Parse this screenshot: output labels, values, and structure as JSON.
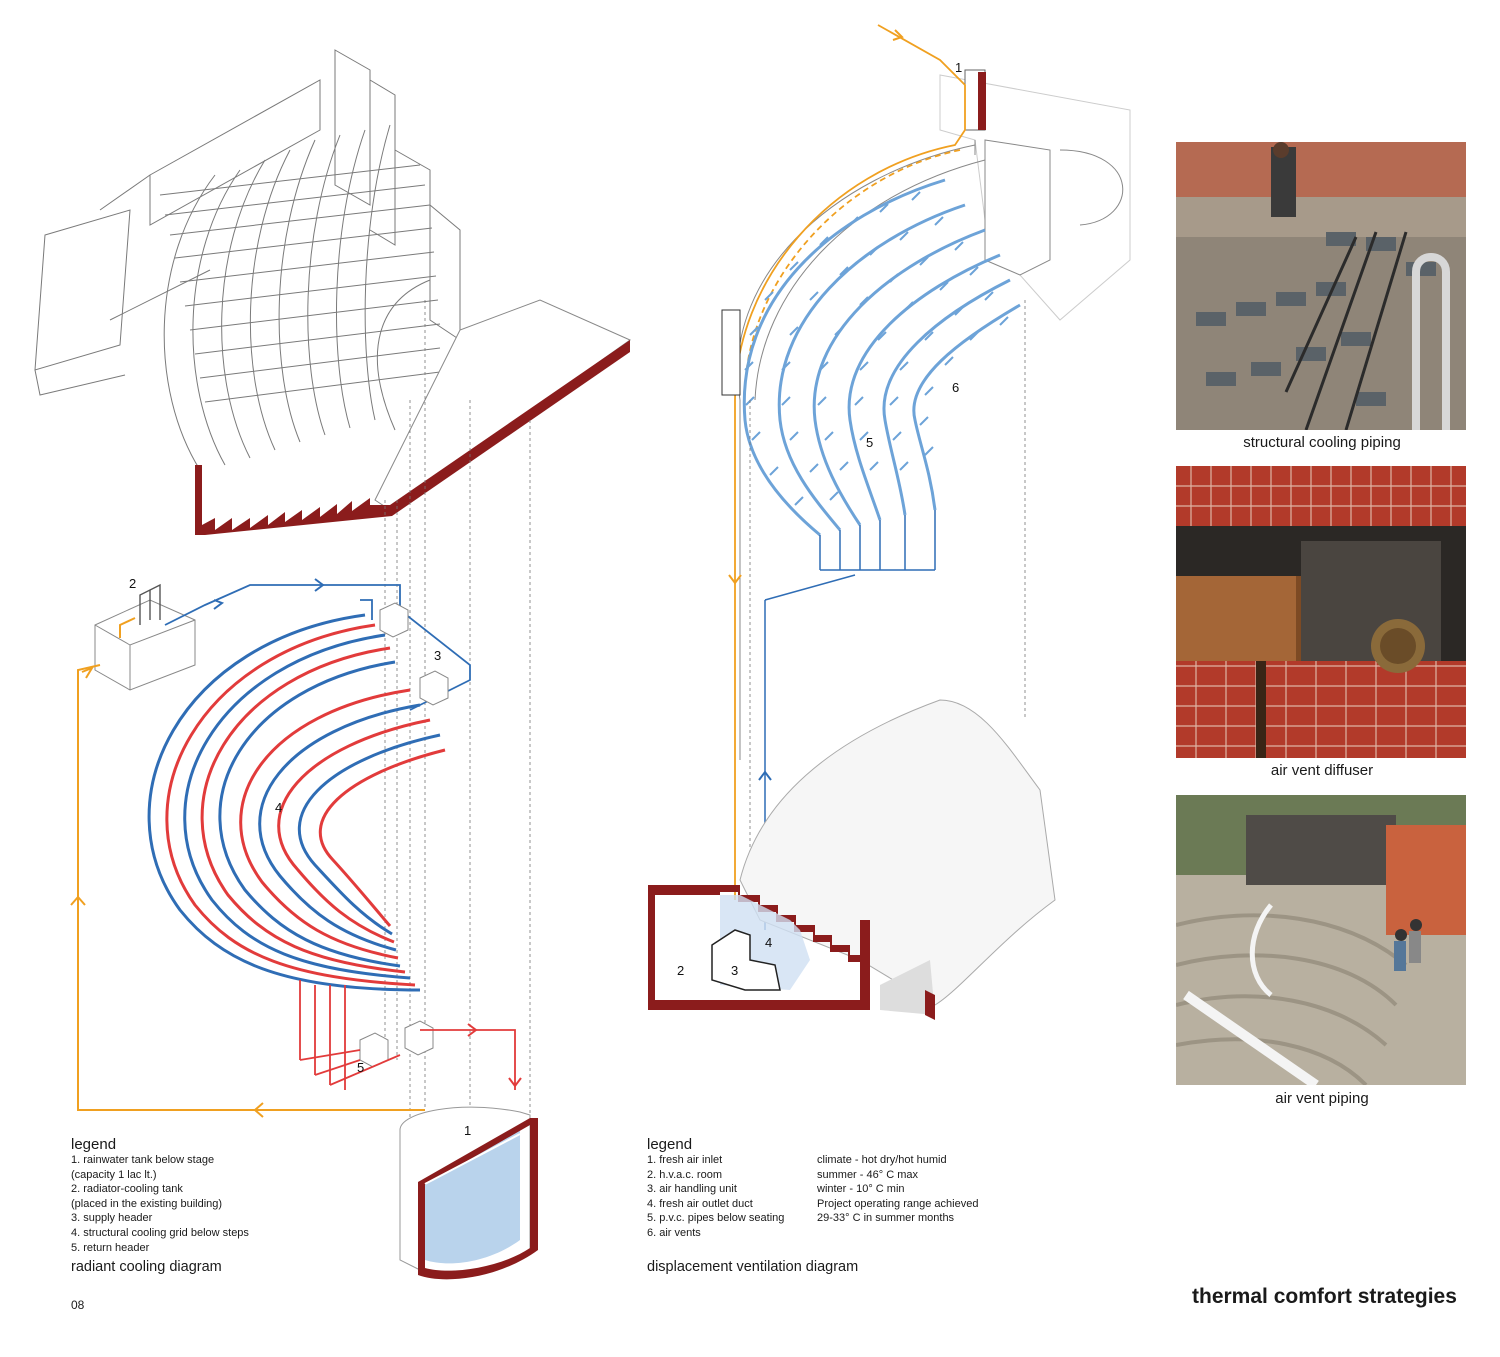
{
  "page": {
    "title": "thermal comfort strategies",
    "page_number": "08"
  },
  "radiant_diagram": {
    "caption": "radiant cooling diagram",
    "legend_title": "legend",
    "legend_items": [
      "1. rainwater tank below stage",
      "(capacity 1 lac lt.)",
      "2. radiator-cooling tank",
      "(placed in the existing building)",
      "3. supply header",
      "4. structural cooling grid below steps",
      "5. return header"
    ],
    "callouts": [
      "1",
      "2",
      "3",
      "4",
      "5"
    ]
  },
  "ventilation_diagram": {
    "caption": "displacement ventilation diagram",
    "legend_title": "legend",
    "legend_items": [
      "1. fresh air inlet",
      " 2. h.v.a.c. room",
      "3. air handling unit",
      "4. fresh air outlet duct",
      "5. p.v.c. pipes below seating",
      "6. air vents"
    ],
    "climate_notes": [
      "climate - hot dry/hot humid",
      "summer - 46° C max",
      "winter - 10° C min",
      "Project operating range achieved",
      "29-33° C in summer months"
    ],
    "callouts": [
      "1",
      "2",
      "3",
      "4",
      "5",
      "6"
    ]
  },
  "photos": [
    {
      "caption": "structural cooling piping"
    },
    {
      "caption": "air vent diffuser"
    },
    {
      "caption": "air vent piping"
    }
  ],
  "colors": {
    "supply_blue": "#2f6db5",
    "return_red": "#e23b3b",
    "rainwater_orange": "#f0a020",
    "section_fill": "#8b1c1c",
    "water_fill": "#b9d3ec"
  }
}
